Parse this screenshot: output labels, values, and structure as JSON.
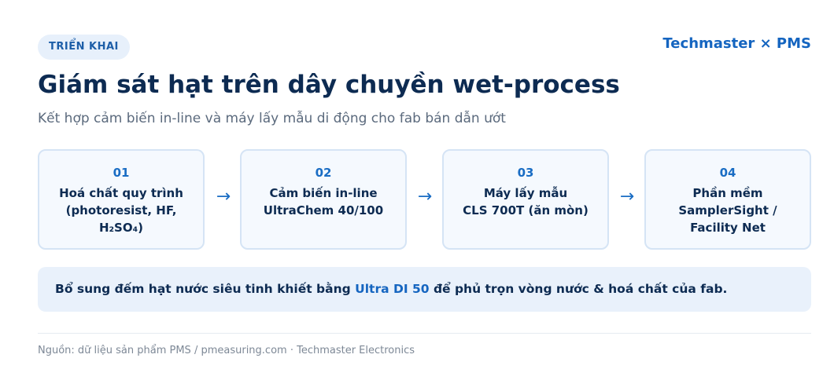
{
  "header": {
    "badge": "TRIỂN KHAI",
    "brand": "Techmaster × PMS",
    "title": "Giám sát hạt trên dây chuyền wet-process",
    "subtitle": "Kết hợp cảm biến in-line và máy lấy mẫu di động cho fab bán dẫn ướt"
  },
  "steps": [
    {
      "num": "01",
      "label": "Hoá chất quy trình\n(photoresist, HF,\nH₂SO₄)"
    },
    {
      "num": "02",
      "label": "Cảm biến in-line\nUltraChem 40/100"
    },
    {
      "num": "03",
      "label": "Máy lấy mẫu\nCLS 700T (ăn mòn)"
    },
    {
      "num": "04",
      "label": "Phần mềm\nSamplerSight /\nFacility Net"
    }
  ],
  "arrow_icon": "arrow-right-icon",
  "note": {
    "before": "Bổ sung đếm hạt nước siêu tinh khiết bằng ",
    "highlight": "Ultra DI 50",
    "after": " để phủ trọn vòng nước & hoá chất của fab."
  },
  "footer": {
    "source": "Nguồn: dữ liệu sản phẩm PMS / pmeasuring.com · Techmaster Electronics"
  },
  "colors": {
    "accent": "#1565c0",
    "title": "#0d2b52",
    "card_bg": "#f5f9fe",
    "card_border": "#d5e4f5"
  }
}
